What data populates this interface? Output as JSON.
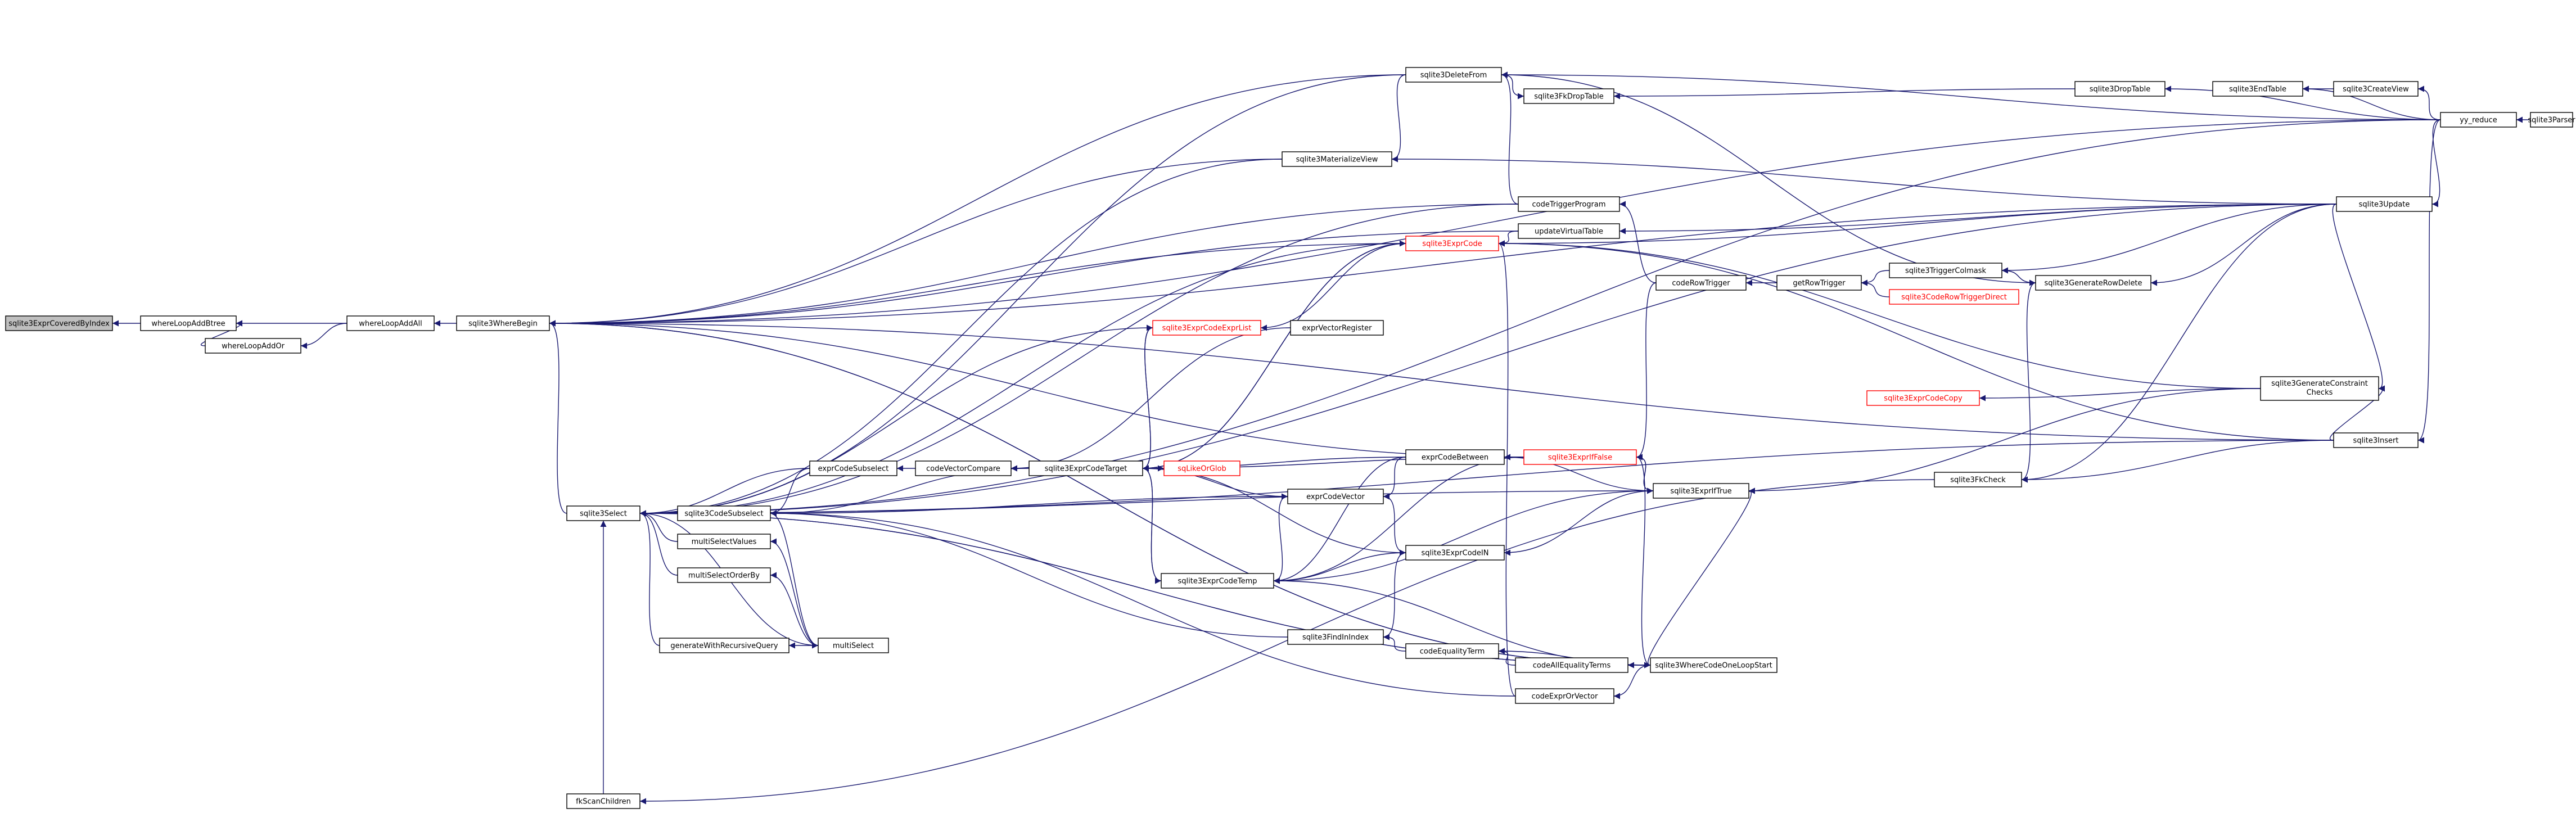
{
  "diagram": {
    "nodes": [
      {
        "id": "n0",
        "label": "sqlite3ExprCoveredByIndex",
        "style": "root"
      },
      {
        "id": "n1",
        "label": "whereLoopAddBtree"
      },
      {
        "id": "n2",
        "label": "whereLoopAddOr"
      },
      {
        "id": "n3",
        "label": "whereLoopAddAll"
      },
      {
        "id": "n4",
        "label": "sqlite3WhereBegin"
      },
      {
        "id": "n5",
        "label": "sqlite3Select"
      },
      {
        "id": "n6",
        "label": "fkScanChildren"
      },
      {
        "id": "n7",
        "label": "sqlite3CodeSubselect"
      },
      {
        "id": "n8",
        "label": "multiSelectValues"
      },
      {
        "id": "n9",
        "label": "multiSelectOrderBy"
      },
      {
        "id": "n10",
        "label": "generateWithRecursiveQuery"
      },
      {
        "id": "n11",
        "label": "multiSelect"
      },
      {
        "id": "n12",
        "label": "exprCodeSubselect"
      },
      {
        "id": "n13",
        "label": "codeVectorCompare"
      },
      {
        "id": "n14",
        "label": "sqlite3ExprCodeTarget"
      },
      {
        "id": "n15",
        "label": "sqlite3ExprCodeExprList",
        "style": "red"
      },
      {
        "id": "n16",
        "label": "exprVectorRegister"
      },
      {
        "id": "n17",
        "label": "sqLikeOrGlob",
        "style": "red"
      },
      {
        "id": "n18",
        "label": "exprCodeVector"
      },
      {
        "id": "n19",
        "label": "sqlite3ExprCodeTemp"
      },
      {
        "id": "n20",
        "label": "sqlite3FindInIndex"
      },
      {
        "id": "n21",
        "label": "sqlite3MaterializeView"
      },
      {
        "id": "n22",
        "label": "sqlite3DeleteFrom"
      },
      {
        "id": "n23",
        "label": "sqlite3ExprCode",
        "style": "red"
      },
      {
        "id": "n24",
        "label": "exprCodeBetween"
      },
      {
        "id": "n25",
        "label": "sqlite3ExprCodeIN"
      },
      {
        "id": "n26",
        "label": "codeEqualityTerm"
      },
      {
        "id": "n27",
        "label": "codeAllEqualityTerms"
      },
      {
        "id": "n28",
        "label": "codeExprOrVector"
      },
      {
        "id": "n29",
        "label": "sqlite3FkDropTable"
      },
      {
        "id": "n30",
        "label": "codeTriggerProgram"
      },
      {
        "id": "n31",
        "label": "updateVirtualTable"
      },
      {
        "id": "n32",
        "label": "sqlite3ExprIfFalse",
        "style": "red"
      },
      {
        "id": "n33",
        "label": "sqlite3ExprIfTrue"
      },
      {
        "id": "n34",
        "label": "sqlite3WhereCodeOneLoopStart"
      },
      {
        "id": "n35",
        "label": "codeRowTrigger"
      },
      {
        "id": "n36",
        "label": "getRowTrigger"
      },
      {
        "id": "n37",
        "label": "sqlite3TriggerColmask"
      },
      {
        "id": "n38",
        "label": "sqlite3CodeRowTriggerDirect",
        "style": "red"
      },
      {
        "id": "n39",
        "label": "sqlite3ExprCodeCopy",
        "style": "red"
      },
      {
        "id": "n40",
        "label": "sqlite3FkCheck"
      },
      {
        "id": "n41",
        "label": "sqlite3DropTable"
      },
      {
        "id": "n42",
        "label": "sqlite3GenerateRowDelete"
      },
      {
        "id": "n43",
        "label": "sqlite3EndTable"
      },
      {
        "id": "n44",
        "label": "sqlite3CreateView"
      },
      {
        "id": "n45",
        "label": "sqlite3GenerateConstraint Checks"
      },
      {
        "id": "n46",
        "label": "sqlite3Update"
      },
      {
        "id": "n47",
        "label": "sqlite3Insert"
      },
      {
        "id": "n48",
        "label": "yy_reduce"
      },
      {
        "id": "n49",
        "label": "sqlite3Parser"
      }
    ],
    "edges": [
      [
        "n1",
        "n0"
      ],
      [
        "n3",
        "n1"
      ],
      [
        "n2",
        "n1"
      ],
      [
        "n3",
        "n2"
      ],
      [
        "n4",
        "n3"
      ],
      [
        "n5",
        "n4"
      ],
      [
        "n22",
        "n4"
      ],
      [
        "n46",
        "n4"
      ],
      [
        "n30",
        "n4"
      ],
      [
        "n21",
        "n4"
      ],
      [
        "n31",
        "n4"
      ],
      [
        "n48",
        "n4"
      ],
      [
        "n34",
        "n4"
      ],
      [
        "n47",
        "n4"
      ],
      [
        "n32",
        "n4"
      ],
      [
        "n23",
        "n4"
      ],
      [
        "n7",
        "n5"
      ],
      [
        "n8",
        "n5"
      ],
      [
        "n9",
        "n5"
      ],
      [
        "n10",
        "n5"
      ],
      [
        "n11",
        "n5"
      ],
      [
        "n6",
        "n5"
      ],
      [
        "n12",
        "n5"
      ],
      [
        "n22",
        "n5"
      ],
      [
        "n46",
        "n5"
      ],
      [
        "n30",
        "n5"
      ],
      [
        "n21",
        "n5"
      ],
      [
        "n47",
        "n5"
      ],
      [
        "n48",
        "n5"
      ],
      [
        "n23",
        "n5"
      ],
      [
        "n15",
        "n5"
      ],
      [
        "n34",
        "n5"
      ],
      [
        "n33",
        "n5"
      ],
      [
        "n40",
        "n6"
      ],
      [
        "n14",
        "n7"
      ],
      [
        "n12",
        "n7"
      ],
      [
        "n20",
        "n7"
      ],
      [
        "n28",
        "n7"
      ],
      [
        "n18",
        "n7"
      ],
      [
        "n11",
        "n8"
      ],
      [
        "n11",
        "n9"
      ],
      [
        "n11",
        "n10"
      ],
      [
        "n7",
        "n11"
      ],
      [
        "n13",
        "n12"
      ],
      [
        "n14",
        "n13"
      ],
      [
        "n16",
        "n13"
      ],
      [
        "n23",
        "n14"
      ],
      [
        "n15",
        "n14"
      ],
      [
        "n19",
        "n14"
      ],
      [
        "n24",
        "n14"
      ],
      [
        "n18",
        "n14"
      ],
      [
        "n32",
        "n14"
      ],
      [
        "n14",
        "n15"
      ],
      [
        "n23",
        "n15"
      ],
      [
        "n14",
        "n17"
      ],
      [
        "n24",
        "n18"
      ],
      [
        "n19",
        "n18"
      ],
      [
        "n25",
        "n18"
      ],
      [
        "n14",
        "n19"
      ],
      [
        "n24",
        "n19"
      ],
      [
        "n32",
        "n19"
      ],
      [
        "n33",
        "n19"
      ],
      [
        "n25",
        "n19"
      ],
      [
        "n34",
        "n19"
      ],
      [
        "n26",
        "n20"
      ],
      [
        "n25",
        "n20"
      ],
      [
        "n22",
        "n21"
      ],
      [
        "n46",
        "n21"
      ],
      [
        "n48",
        "n22"
      ],
      [
        "n30",
        "n22"
      ],
      [
        "n14",
        "n23"
      ],
      [
        "n46",
        "n23"
      ],
      [
        "n31",
        "n23"
      ],
      [
        "n45",
        "n23"
      ],
      [
        "n47",
        "n23"
      ],
      [
        "n28",
        "n23"
      ],
      [
        "n32",
        "n24"
      ],
      [
        "n33",
        "n24"
      ],
      [
        "n14",
        "n25"
      ],
      [
        "n33",
        "n25"
      ],
      [
        "n27",
        "n26"
      ],
      [
        "n34",
        "n26"
      ],
      [
        "n34",
        "n27"
      ],
      [
        "n34",
        "n28"
      ],
      [
        "n22",
        "n29"
      ],
      [
        "n41",
        "n29"
      ],
      [
        "n35",
        "n30"
      ],
      [
        "n46",
        "n31"
      ],
      [
        "n33",
        "n32"
      ],
      [
        "n35",
        "n32"
      ],
      [
        "n34",
        "n32"
      ],
      [
        "n32",
        "n33"
      ],
      [
        "n45",
        "n33"
      ],
      [
        "n34",
        "n33"
      ],
      [
        "n5",
        "n34"
      ],
      [
        "n4",
        "n34"
      ],
      [
        "n36",
        "n35"
      ],
      [
        "n37",
        "n36"
      ],
      [
        "n38",
        "n36"
      ],
      [
        "n46",
        "n37"
      ],
      [
        "n42",
        "n37"
      ],
      [
        "n45",
        "n39"
      ],
      [
        "n42",
        "n40"
      ],
      [
        "n46",
        "n40"
      ],
      [
        "n47",
        "n40"
      ],
      [
        "n48",
        "n41"
      ],
      [
        "n22",
        "n42"
      ],
      [
        "n46",
        "n42"
      ],
      [
        "n44",
        "n43"
      ],
      [
        "n48",
        "n43"
      ],
      [
        "n48",
        "n44"
      ],
      [
        "n46",
        "n45"
      ],
      [
        "n47",
        "n45"
      ],
      [
        "n48",
        "n46"
      ],
      [
        "n48",
        "n47"
      ],
      [
        "n49",
        "n48"
      ]
    ]
  }
}
